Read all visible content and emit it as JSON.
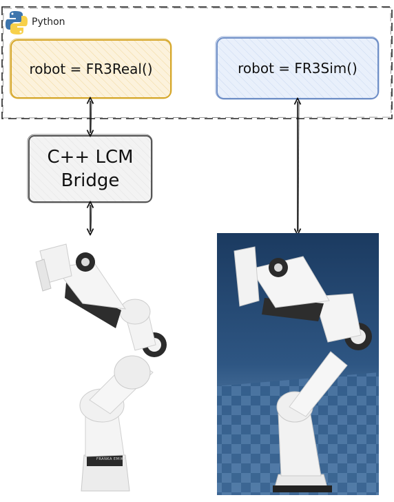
{
  "python_label": "Python",
  "real_box": {
    "text": "robot = FR3Real()"
  },
  "sim_box": {
    "text": "robot = FR3Sim()"
  },
  "bridge_box": {
    "line1": "C++ LCM",
    "line2": "Bridge"
  },
  "robot_brand": "FRANKA EMIKA",
  "colors": {
    "real_border": "#d6a72a",
    "real_fill": "#fcf2dc",
    "sim_border": "#6f8fc7",
    "sim_fill": "#e9f0fb",
    "bridge_border": "#555555",
    "bridge_fill": "#f3f3f3",
    "sim_bg_top": "#1e3d63",
    "sim_bg_bottom": "#7fa6cc",
    "python_blue": "#3d75ad",
    "python_yellow": "#f7d04a"
  }
}
